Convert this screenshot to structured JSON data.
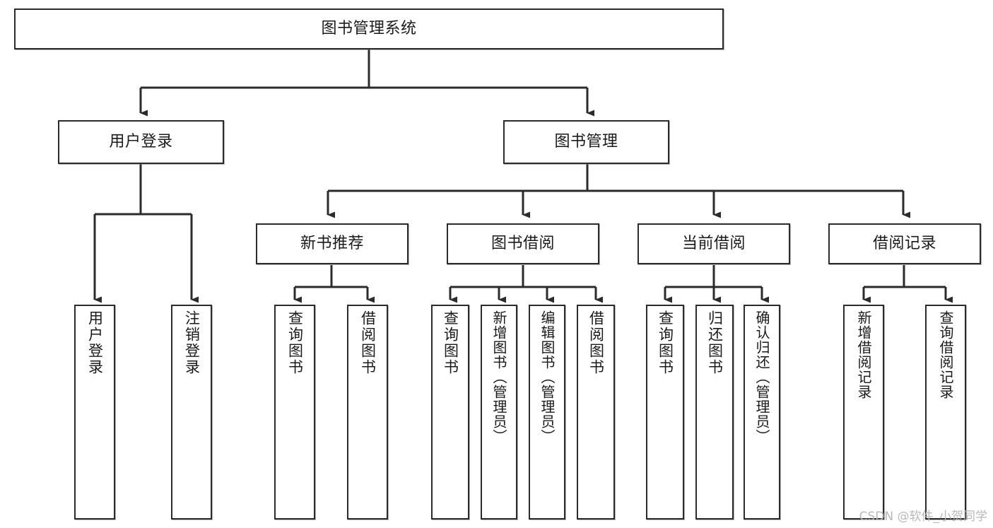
{
  "diagram": {
    "title": "图书管理系统",
    "type": "tree-hierarchy-diagram",
    "colors": {
      "box_border": "#2b2b2b",
      "box_fill": "#ffffff",
      "edge": "#2b2b2b",
      "text": "#1a1a1a",
      "watermark": "#b9b9b9",
      "background": "#ffffff"
    },
    "watermark": "CSDN @软件_小贺同学",
    "root": {
      "label": "图书管理系统"
    },
    "level1": [
      {
        "label": "用户登录"
      },
      {
        "label": "图书管理"
      }
    ],
    "level2": [
      {
        "label": "新书推荐"
      },
      {
        "label": "图书借阅"
      },
      {
        "label": "当前借阅"
      },
      {
        "label": "借阅记录"
      }
    ],
    "leaves": {
      "user_login": [
        {
          "label": "用户登录"
        },
        {
          "label": "注销登录"
        }
      ],
      "new_book_recommend": [
        {
          "label": "查询图书"
        },
        {
          "label": "借阅图书"
        }
      ],
      "book_borrow": [
        {
          "label": "查询图书"
        },
        {
          "label": "新增图书（管理员）"
        },
        {
          "label": "编辑图书（管理员）"
        },
        {
          "label": "借阅图书"
        }
      ],
      "current_borrow": [
        {
          "label": "查询图书"
        },
        {
          "label": "归还图书"
        },
        {
          "label": "确认归还（管理员）"
        }
      ],
      "borrow_record": [
        {
          "label": "新增借阅记录"
        },
        {
          "label": "查询借阅记录"
        }
      ]
    }
  }
}
